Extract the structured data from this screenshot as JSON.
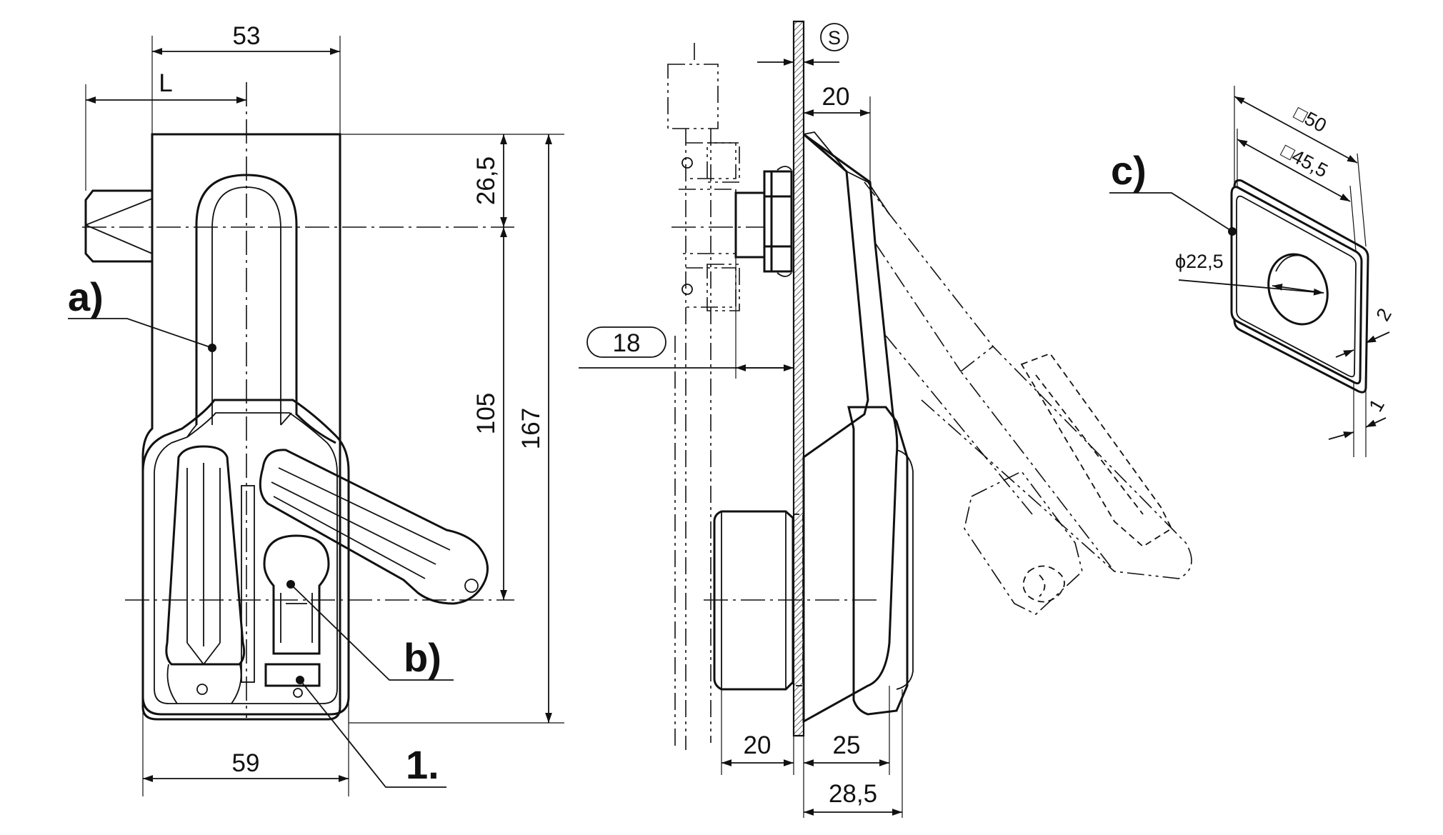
{
  "front_view": {
    "dims": {
      "width_top": "53",
      "offset_l": "L",
      "height_top": "26,5",
      "height_mid": "105",
      "height_total": "167",
      "width_bottom": "59"
    },
    "callouts": {
      "a": "a)",
      "b": "b)",
      "one": "1."
    }
  },
  "side_view": {
    "dims": {
      "s": "S",
      "top_20": "20",
      "depth_18": "18",
      "bottom_left_20": "20",
      "bottom_25": "25",
      "bottom_28_5": "28,5"
    }
  },
  "cutout_view": {
    "callout": "c)",
    "dims": {
      "outer_square": "□50",
      "inner_square": "□45,5",
      "hole_diameter": "ϕ22,5",
      "thickness_2": "2",
      "thickness_1": "1"
    }
  }
}
